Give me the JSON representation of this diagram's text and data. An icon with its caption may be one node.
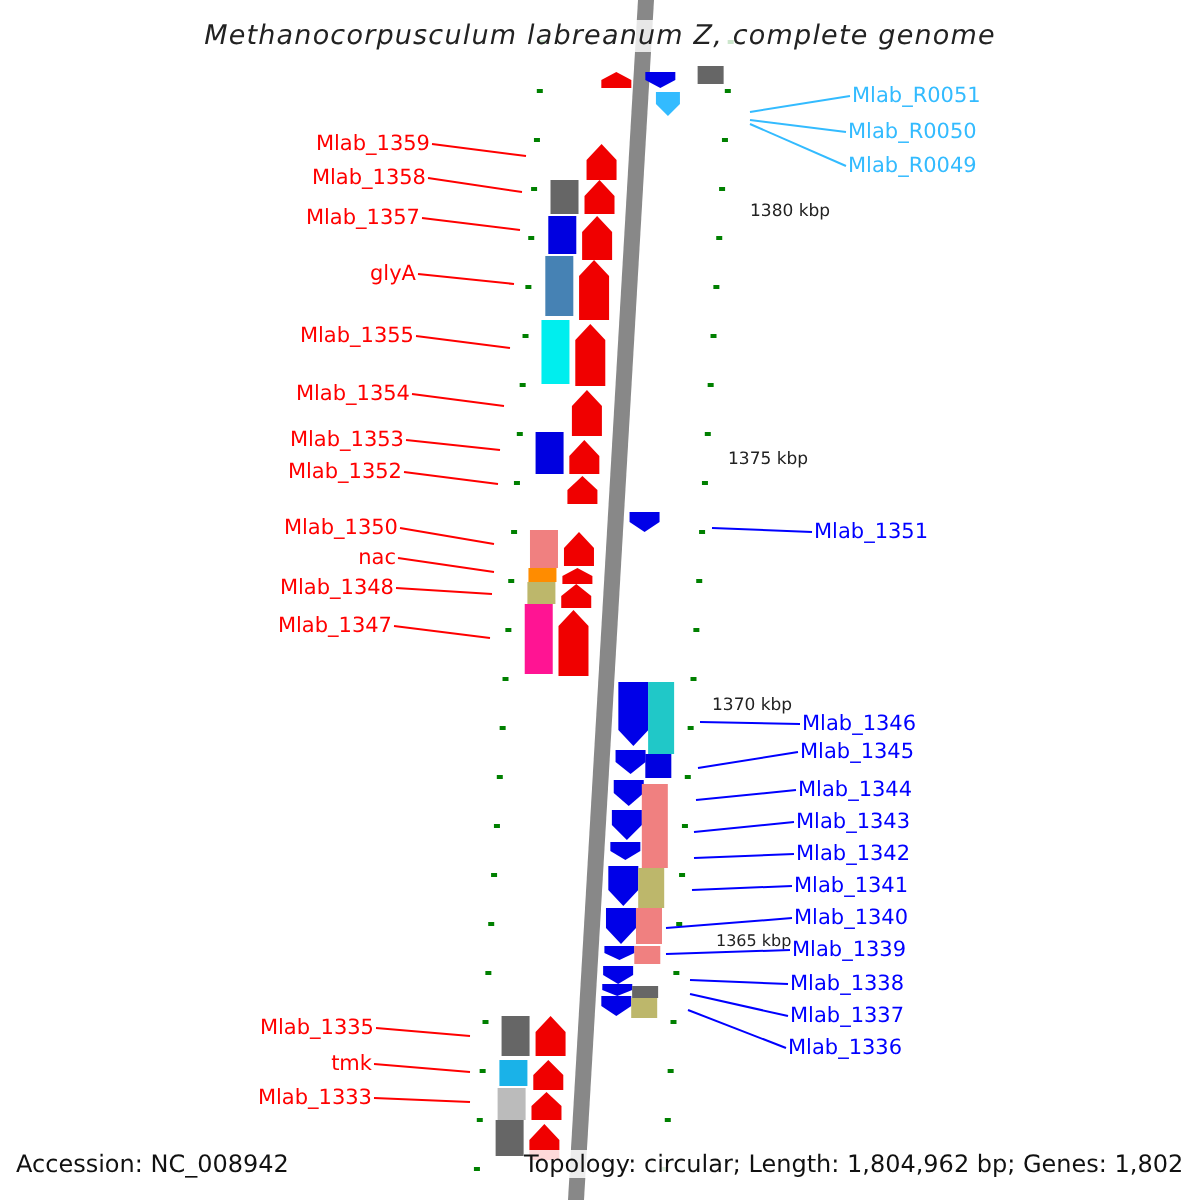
{
  "diagram": {
    "title": "Methanocorpusculum labreanum Z, complete genome",
    "nodes": [
      {
        "text": [
          "Mlab_1359"
        ]
      },
      {
        "text": [
          "Mlab_1358"
        ]
      },
      {
        "text": [
          "Mlab_1357"
        ]
      },
      {
        "text": [
          "glyA"
        ]
      },
      {
        "text": [
          "Mlab_1355"
        ]
      },
      {
        "text": [
          "Mlab_1354"
        ]
      },
      {
        "text": [
          "Mlab_1353"
        ]
      },
      {
        "text": [
          "Mlab_1352"
        ]
      },
      {
        "text": [
          "Mlab_1350"
        ]
      },
      {
        "text": [
          "nac"
        ]
      },
      {
        "text": [
          "Mlab_1348"
        ]
      },
      {
        "text": [
          "Mlab_1347"
        ]
      },
      {
        "text": [
          "Mlab_1335"
        ]
      },
      {
        "text": [
          "tmk"
        ]
      },
      {
        "text": [
          "Mlab_1333"
        ]
      },
      {
        "text": [
          "Mlab_1351"
        ]
      },
      {
        "text": [
          "Mlab_1346"
        ]
      },
      {
        "text": [
          "Mlab_1345"
        ]
      },
      {
        "text": [
          "Mlab_1344"
        ]
      },
      {
        "text": [
          "Mlab_1343"
        ]
      },
      {
        "text": [
          "Mlab_1342"
        ]
      },
      {
        "text": [
          "Mlab_1341"
        ]
      },
      {
        "text": [
          "Mlab_1340"
        ]
      },
      {
        "text": [
          "Mlab_1339"
        ]
      },
      {
        "text": [
          "Mlab_1338"
        ]
      },
      {
        "text": [
          "Mlab_1337"
        ]
      },
      {
        "text": [
          "Mlab_1336"
        ]
      },
      {
        "text": [
          "Mlab_R0051"
        ]
      },
      {
        "text": [
          "Mlab_R0050"
        ]
      },
      {
        "text": [
          "Mlab_R0049"
        ]
      }
    ],
    "edges": [
      {
        "from": 0,
        "to": null,
        "arrow": "none",
        "color": "#ff0000"
      },
      {
        "from": 1,
        "to": null,
        "arrow": "none",
        "color": "#ff0000"
      },
      {
        "from": 2,
        "to": null,
        "arrow": "none",
        "color": "#ff0000"
      },
      {
        "from": 3,
        "to": null,
        "arrow": "none",
        "color": "#ff0000"
      },
      {
        "from": 4,
        "to": null,
        "arrow": "none",
        "color": "#ff0000"
      },
      {
        "from": 5,
        "to": null,
        "arrow": "none",
        "color": "#ff0000"
      },
      {
        "from": 6,
        "to": null,
        "arrow": "none",
        "color": "#ff0000"
      },
      {
        "from": 7,
        "to": null,
        "arrow": "none",
        "color": "#ff0000"
      },
      {
        "from": 8,
        "to": null,
        "arrow": "none",
        "color": "#ff0000"
      },
      {
        "from": 9,
        "to": null,
        "arrow": "none",
        "color": "#ff0000"
      },
      {
        "from": 10,
        "to": null,
        "arrow": "none",
        "color": "#ff0000"
      },
      {
        "from": 11,
        "to": null,
        "arrow": "none",
        "color": "#ff0000"
      },
      {
        "from": 12,
        "to": null,
        "arrow": "none",
        "color": "#ff0000"
      },
      {
        "from": 13,
        "to": null,
        "arrow": "none",
        "color": "#ff0000"
      },
      {
        "from": 14,
        "to": null,
        "arrow": "none",
        "color": "#ff0000"
      },
      {
        "from": 15,
        "to": null,
        "arrow": "none",
        "color": "#0000ff"
      },
      {
        "from": 16,
        "to": null,
        "arrow": "none",
        "color": "#0000ff"
      },
      {
        "from": 17,
        "to": null,
        "arrow": "none",
        "color": "#0000ff"
      },
      {
        "from": 18,
        "to": null,
        "arrow": "none",
        "color": "#0000ff"
      },
      {
        "from": 19,
        "to": null,
        "arrow": "none",
        "color": "#0000ff"
      },
      {
        "from": 20,
        "to": null,
        "arrow": "none",
        "color": "#0000ff"
      },
      {
        "from": 21,
        "to": null,
        "arrow": "none",
        "color": "#0000ff"
      },
      {
        "from": 22,
        "to": null,
        "arrow": "none",
        "color": "#0000ff"
      },
      {
        "from": 23,
        "to": null,
        "arrow": "none",
        "color": "#0000ff"
      },
      {
        "from": 24,
        "to": null,
        "arrow": "none",
        "color": "#0000ff"
      },
      {
        "from": 25,
        "to": null,
        "arrow": "none",
        "color": "#0000ff"
      },
      {
        "from": 26,
        "to": null,
        "arrow": "none",
        "color": "#0000ff"
      },
      {
        "from": 27,
        "to": null,
        "arrow": "none",
        "color": "#33bbff"
      },
      {
        "from": 28,
        "to": null,
        "arrow": "none",
        "color": "#33bbff"
      },
      {
        "from": 29,
        "to": null,
        "arrow": "none",
        "color": "#33bbff"
      }
    ],
    "labels": [
      "1380 kbp",
      "1375 kbp",
      "1370 kbp",
      "1365 kbp",
      "Accession: NC_008942",
      "Topology: circular; Length: 1,804,962 bp; Genes: 1,802"
    ]
  }
}
